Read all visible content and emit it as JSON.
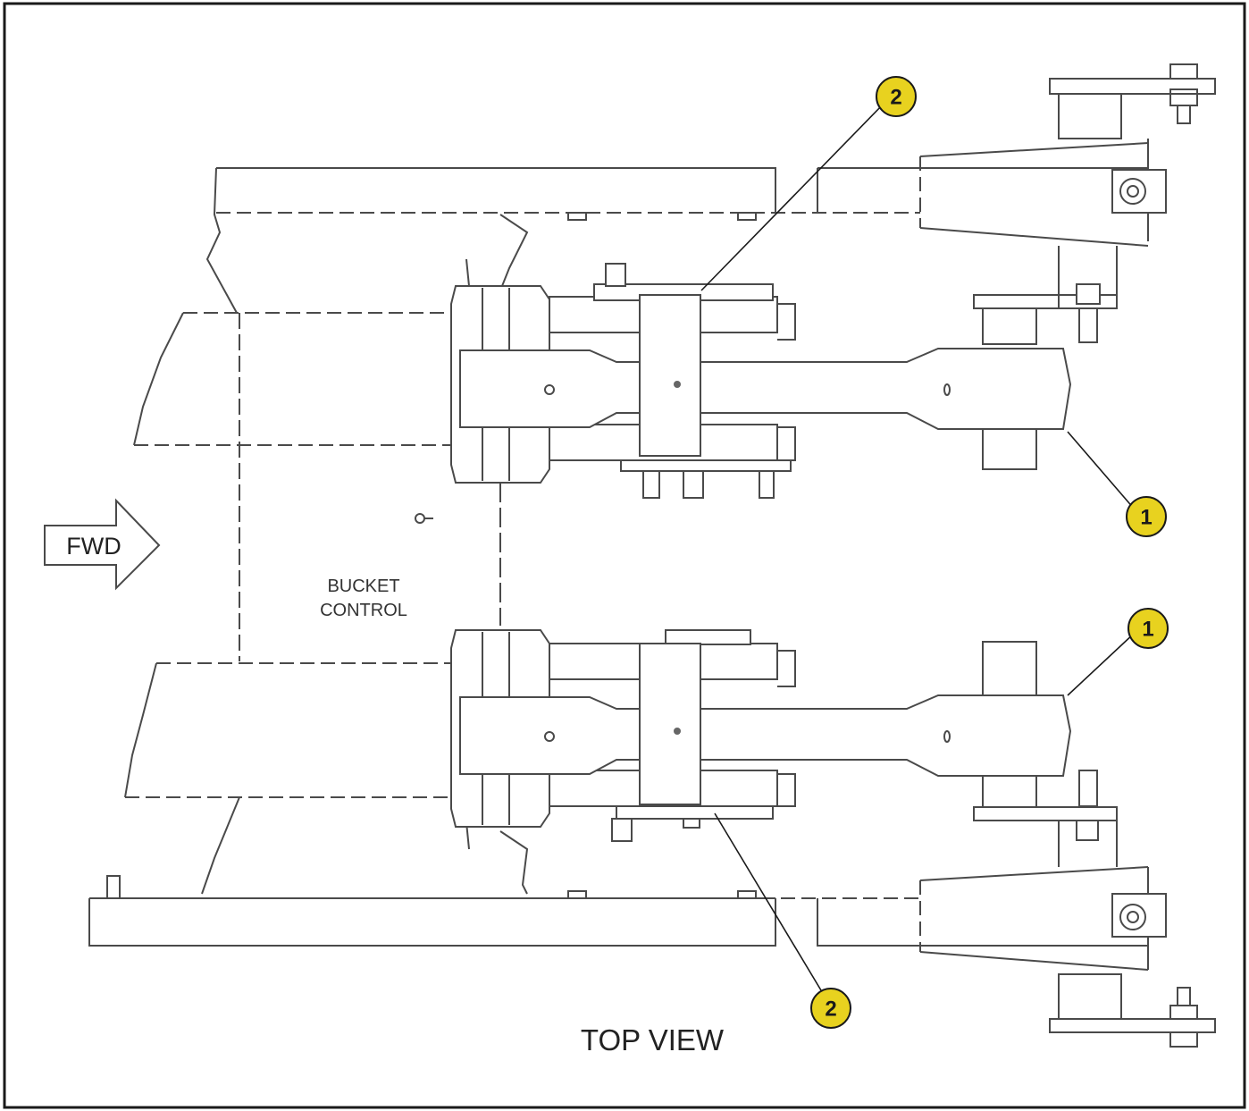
{
  "view_title": "TOP VIEW",
  "direction_label": "FWD",
  "component_label": {
    "line1": "BUCKET",
    "line2": "CONTROL"
  },
  "callouts": [
    {
      "id": "callout-2-top",
      "number": "2"
    },
    {
      "id": "callout-1-upper",
      "number": "1"
    },
    {
      "id": "callout-1-lower",
      "number": "1"
    },
    {
      "id": "callout-2-bottom",
      "number": "2"
    }
  ],
  "colors": {
    "callout_fill": "#e8d21f",
    "line": "#4a4a4a",
    "border": "#1a1a1a"
  }
}
